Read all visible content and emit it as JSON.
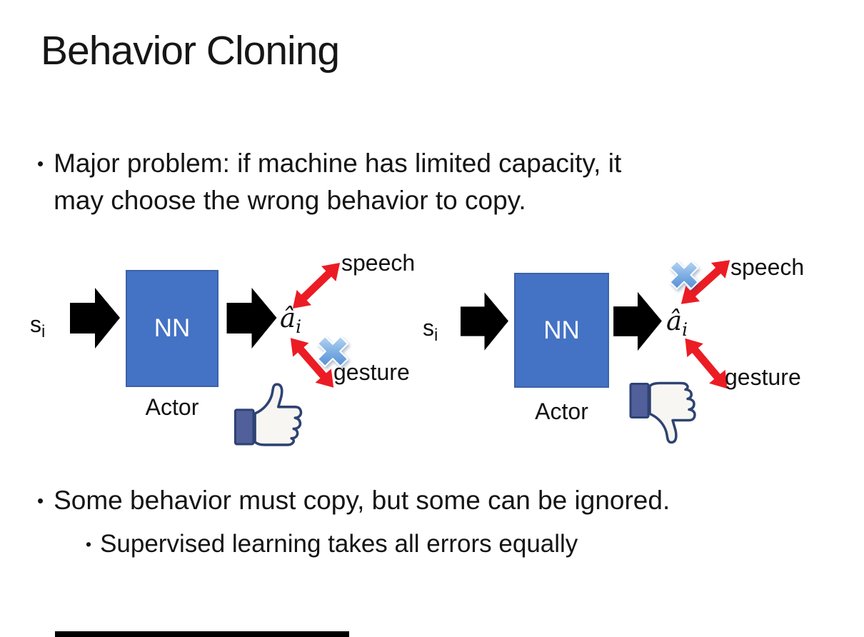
{
  "slide": {
    "title": "Behavior Cloning",
    "bullet_glyph": "•",
    "bullet1_line1": "Major problem: if machine has limited capacity, it",
    "bullet1_line2": "may choose the wrong behavior to copy.",
    "bullet2": "Some behavior must copy, but some can be ignored.",
    "sub_bullet": "Supervised learning takes all errors equally"
  },
  "diagrams": {
    "left": {
      "input_base": "s",
      "input_sub": "i",
      "nn_label": "NN",
      "output_base": "â",
      "output_sub": "i",
      "speech_label": "speech",
      "gesture_label": "gesture",
      "actor_label": "Actor",
      "crossed_out": "gesture",
      "feedback_icon": "thumbs-up"
    },
    "right": {
      "input_base": "s",
      "input_sub": "i",
      "nn_label": "NN",
      "output_base": "â",
      "output_sub": "i",
      "speech_label": "speech",
      "gesture_label": "gesture",
      "actor_label": "Actor",
      "crossed_out": "speech",
      "feedback_icon": "thumbs-down"
    }
  },
  "colors": {
    "nn_box": "#4472C4",
    "block_arrow": "#000000",
    "relation_arrow_red": "#EC1C24",
    "cross_blue_light": "#D6E7F8",
    "cross_blue_dark": "#3F7FD1",
    "thumb_outline": "#2E4373",
    "thumb_cuff": "#51609A",
    "thumb_fill": "#F7F6F2"
  }
}
